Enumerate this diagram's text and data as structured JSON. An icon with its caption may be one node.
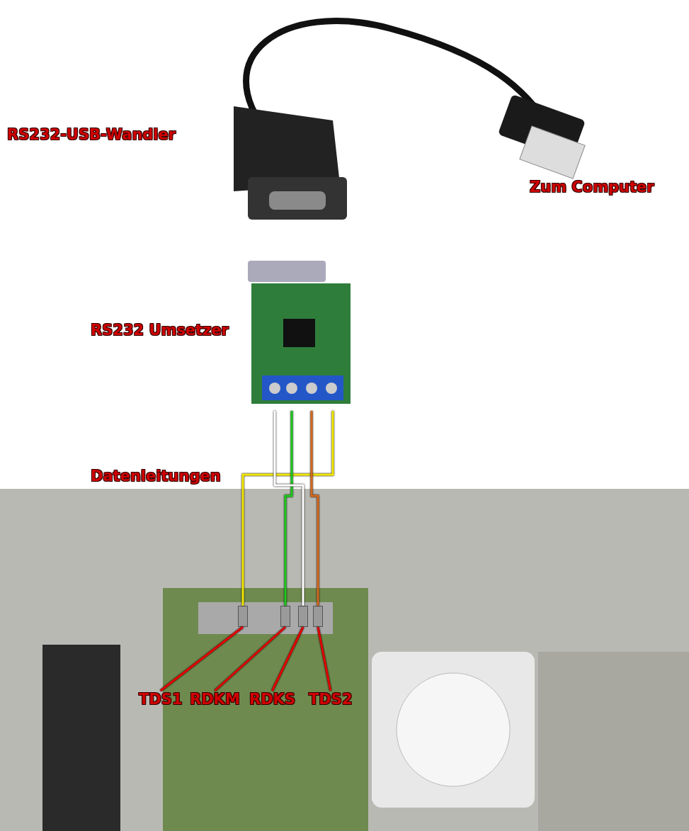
{
  "diagram": {
    "nodes": [
      {
        "text": [],
        "shape": "picture",
        "beside": [
          "RS232-USB-Wandler"
        ]
      },
      {
        "text": [],
        "shape": "picture",
        "beside": [
          "RS232 Umsetzer"
        ]
      },
      {
        "text": [],
        "shape": "picture"
      },
      {
        "text": [],
        "shape": "box",
        "in": 2
      },
      {
        "text": [],
        "shape": "box",
        "in": 2
      },
      {
        "text": [],
        "shape": "box",
        "in": 2
      },
      {
        "text": [],
        "shape": "box",
        "in": 2
      },
      {
        "text": [
          "TDS1"
        ],
        "in": 2
      },
      {
        "text": [
          "RDKM"
        ],
        "in": 2
      },
      {
        "text": [
          "RDKS"
        ],
        "in": 2
      },
      {
        "text": [
          "TDS2"
        ],
        "in": 2
      }
    ],
    "edges": [
      {
        "from": 1,
        "to": 3,
        "arrow": "none",
        "color": "#f2e600"
      },
      {
        "from": 1,
        "to": 4,
        "arrow": "none",
        "color": "#1ec81e"
      },
      {
        "from": 1,
        "to": 5,
        "arrow": "none",
        "color": "#ffffff"
      },
      {
        "from": 1,
        "to": 6,
        "arrow": "none",
        "color": "#d2691e"
      },
      {
        "from": 7,
        "to": 3,
        "arrow": "none",
        "color": "#e00000"
      },
      {
        "from": 8,
        "to": 4,
        "arrow": "none",
        "color": "#e00000"
      },
      {
        "from": 9,
        "to": 5,
        "arrow": "none",
        "color": "#e00000"
      },
      {
        "from": 10,
        "to": 6,
        "arrow": "none",
        "color": "#e00000"
      }
    ],
    "labels": [
      "Zum Computer",
      "Datenleitungen"
    ]
  }
}
